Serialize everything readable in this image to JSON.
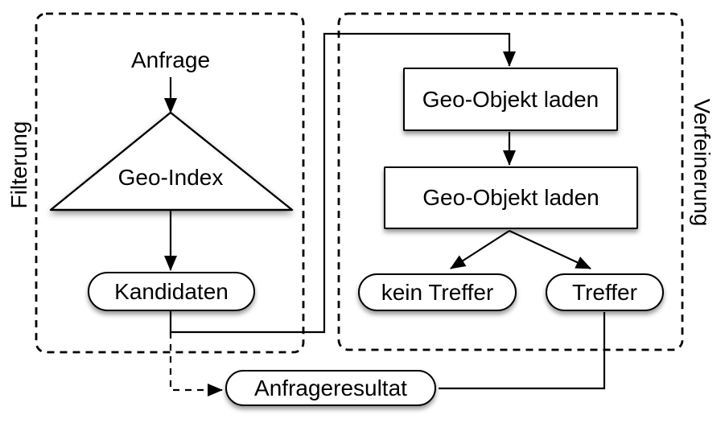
{
  "regions": {
    "filterung": {
      "label": "Filterung"
    },
    "verfeinerung": {
      "label": "Verfeinerung"
    }
  },
  "nodes": {
    "anfrage": {
      "label": "Anfrage"
    },
    "geo_index": {
      "label": "Geo-Index"
    },
    "kandidaten": {
      "label": "Kandidaten"
    },
    "load1": {
      "label": "Geo-Objekt laden"
    },
    "load2": {
      "label": "Geo-Objekt laden"
    },
    "kein_treffer": {
      "label": "kein Treffer"
    },
    "treffer": {
      "label": "Treffer"
    },
    "anfrageresultat": {
      "label": "Anfrageresultat"
    }
  },
  "colors": {
    "stroke": "#000000",
    "node_fill": "#ffffff",
    "background": "#ffffff"
  }
}
